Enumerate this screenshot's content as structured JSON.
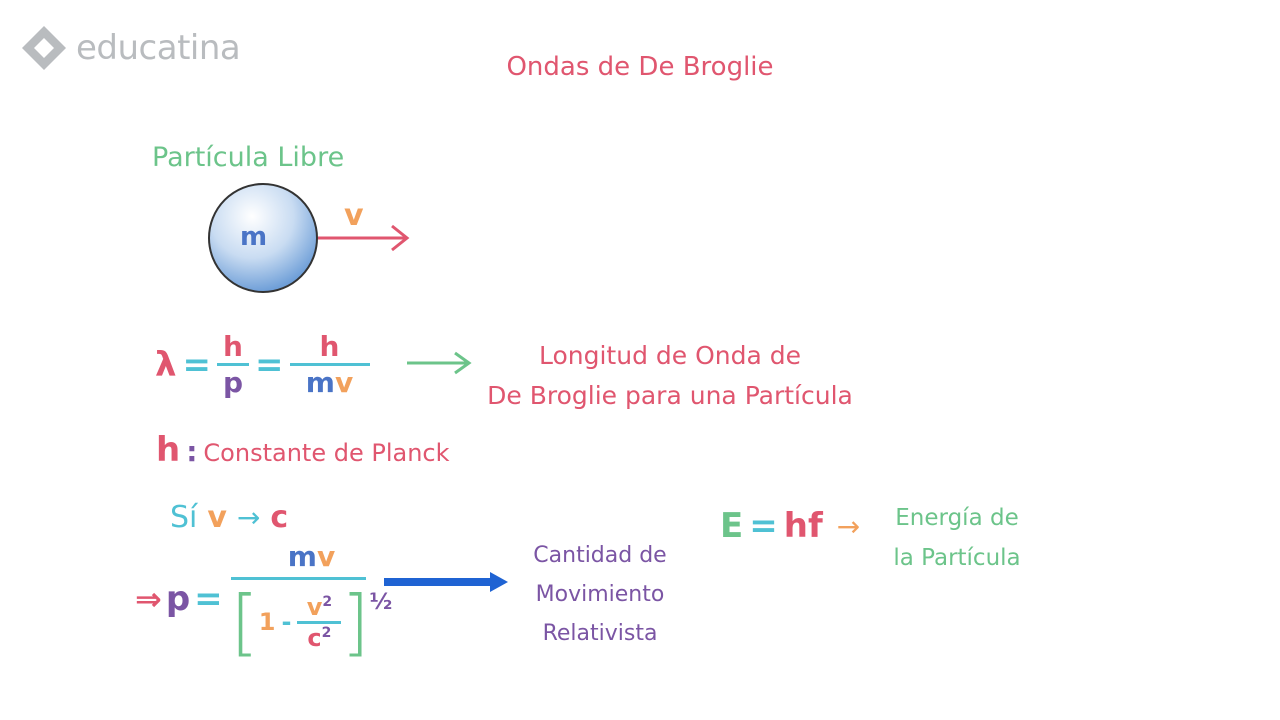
{
  "brand": {
    "name": "educatina"
  },
  "slide": {
    "title": "Ondas de De Broglie",
    "particle": {
      "heading": "Partícula Libre",
      "mass": "m",
      "velocity": "v"
    },
    "wavelength": {
      "lambda": "λ",
      "eq1": "=",
      "num1": "h",
      "den1": "p",
      "eq2": "=",
      "num2": "h",
      "den2_m": "m",
      "den2_v": "v",
      "desc_line1": "Longitud de Onda de",
      "desc_line2": "De Broglie para una Partícula"
    },
    "planck": {
      "symbol": "h",
      "colon": ":",
      "text": "Constante de Planck"
    },
    "condition": {
      "si": "Sí",
      "v": "v",
      "arrow": "→",
      "c": "c"
    },
    "momentum": {
      "implies": "⇒",
      "p": "p",
      "eq": "=",
      "num_m": "m",
      "num_v": "v",
      "one": "1",
      "minus": "-",
      "v2": "v",
      "sq1": "2",
      "c2": "c",
      "sq2": "2",
      "exp": "½",
      "desc_line1": "Cantidad de",
      "desc_line2": "Movimiento",
      "desc_line3": "Relativista"
    },
    "energy": {
      "E": "E",
      "eq": "=",
      "hf": "hf",
      "arrow": "→",
      "desc_line1": "Energía de",
      "desc_line2": "la Partícula"
    }
  },
  "colors": {
    "pink": "#e0566f",
    "green": "#6cc48a",
    "cyan": "#4fc1d4",
    "orange": "#f2a15c",
    "purple": "#7b55a4",
    "blue": "#4a74c6",
    "arrow_blue": "#1f63d3"
  }
}
